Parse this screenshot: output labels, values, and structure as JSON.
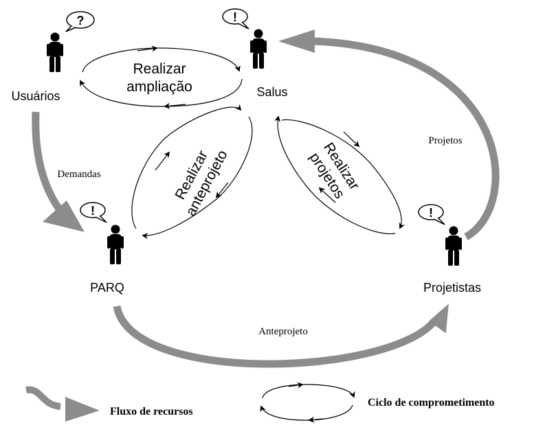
{
  "actors": {
    "usuarios": {
      "label": "Usuários",
      "bubble": "?"
    },
    "salus": {
      "label": "Salus",
      "bubble": "!"
    },
    "parq": {
      "label": "PARQ",
      "bubble": "!"
    },
    "projetistas": {
      "label": "Projetistas",
      "bubble": "!"
    }
  },
  "cycles": {
    "ampliacao": {
      "line1": "Realizar",
      "line2": "ampliação"
    },
    "anteprojeto": {
      "line1": "Realizar",
      "line2": "anteprojeto"
    },
    "projetos": {
      "line1": "Realizar",
      "line2": "projetos"
    }
  },
  "flows": {
    "demandas": "Demandas",
    "anteprojeto": "Anteprojeto",
    "projetos": "Projetos"
  },
  "legend": {
    "flow_label": "Fluxo de recursos",
    "cycle_label": "Ciclo de comprometimento"
  },
  "colors": {
    "flow_arrow": "#8c8c8c",
    "person": "#000000",
    "stroke": "#000000"
  }
}
